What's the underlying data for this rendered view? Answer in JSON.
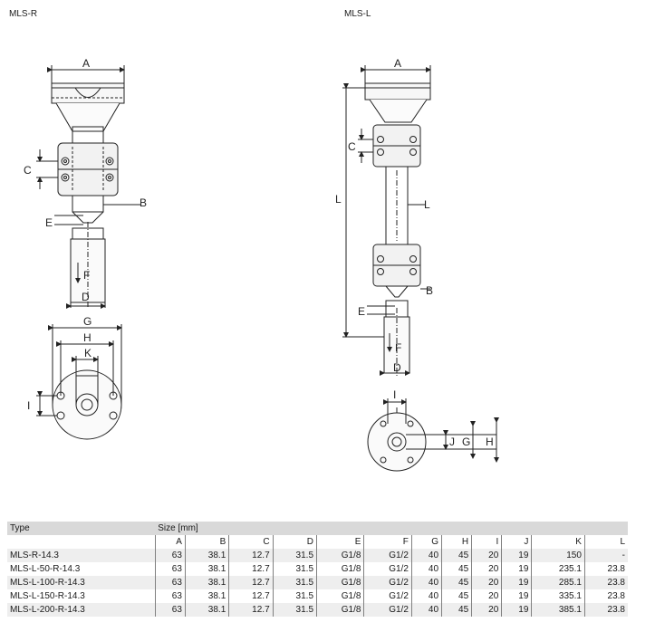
{
  "drawings": {
    "left_title": "MLS-R",
    "right_title": "MLS-L",
    "dimension_letters": [
      "A",
      "B",
      "C",
      "D",
      "E",
      "F",
      "G",
      "H",
      "I",
      "J",
      "K",
      "L"
    ]
  },
  "table": {
    "type_header": "Type",
    "size_header": "Size [mm]",
    "columns": [
      "A",
      "B",
      "C",
      "D",
      "E",
      "F",
      "G",
      "H",
      "I",
      "J",
      "K",
      "L"
    ],
    "rows": [
      [
        "MLS-R-14.3",
        "63",
        "38.1",
        "12.7",
        "31.5",
        "G1/8",
        "G1/2",
        "40",
        "45",
        "20",
        "19",
        "150",
        "-"
      ],
      [
        "MLS-L-50-R-14.3",
        "63",
        "38.1",
        "12.7",
        "31.5",
        "G1/8",
        "G1/2",
        "40",
        "45",
        "20",
        "19",
        "235.1",
        "23.8"
      ],
      [
        "MLS-L-100-R-14.3",
        "63",
        "38.1",
        "12.7",
        "31.5",
        "G1/8",
        "G1/2",
        "40",
        "45",
        "20",
        "19",
        "285.1",
        "23.8"
      ],
      [
        "MLS-L-150-R-14.3",
        "63",
        "38.1",
        "12.7",
        "31.5",
        "G1/8",
        "G1/2",
        "40",
        "45",
        "20",
        "19",
        "335.1",
        "23.8"
      ],
      [
        "MLS-L-200-R-14.3",
        "63",
        "38.1",
        "12.7",
        "31.5",
        "G1/8",
        "G1/2",
        "40",
        "45",
        "20",
        "19",
        "385.1",
        "23.8"
      ]
    ]
  }
}
